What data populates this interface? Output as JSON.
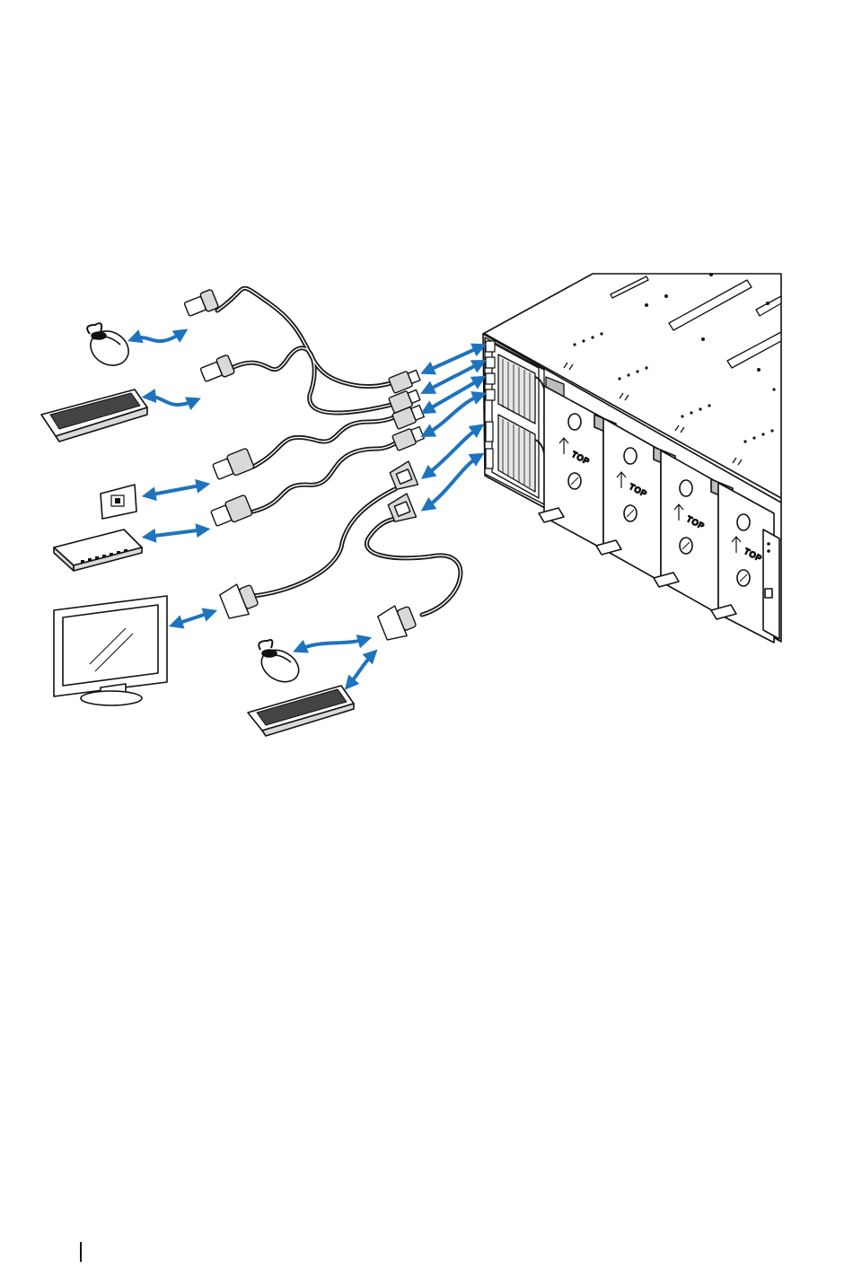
{
  "figure": {
    "module_labels": [
      "TOP",
      "TOP",
      "TOP",
      "TOP"
    ],
    "colors": {
      "arrow": "#1e73be",
      "line": "#111111",
      "panel_fill": "#ffffff",
      "cable": "#1a1a1a"
    },
    "peripherals": [
      "mouse-icon",
      "keyboard-icon",
      "network-jack-icon",
      "network-switch-icon",
      "monitor-icon",
      "mouse-icon",
      "keyboard-icon"
    ],
    "connectors": [
      "usb-connector-icon",
      "usb-connector-icon",
      "rj45-connector-icon",
      "rj45-connector-icon",
      "vga-connector-icon",
      "serial-connector-icon"
    ]
  }
}
